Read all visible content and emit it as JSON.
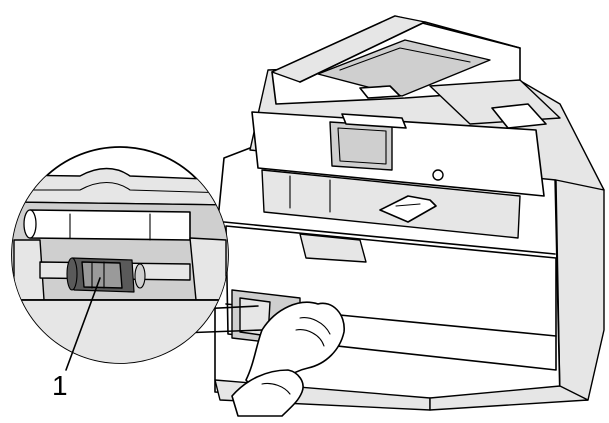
{
  "figure": {
    "callout_number": "1"
  },
  "colors": {
    "line": "#000000",
    "fill_light": "#e6e6e6",
    "fill_mid": "#cfcfcf",
    "fill_dark": "#9a9a9a",
    "roller": "#5a5a5a"
  },
  "icons": [
    "printer-illustration",
    "hand-illustration",
    "magnified-detail-circle",
    "pickup-roller"
  ]
}
